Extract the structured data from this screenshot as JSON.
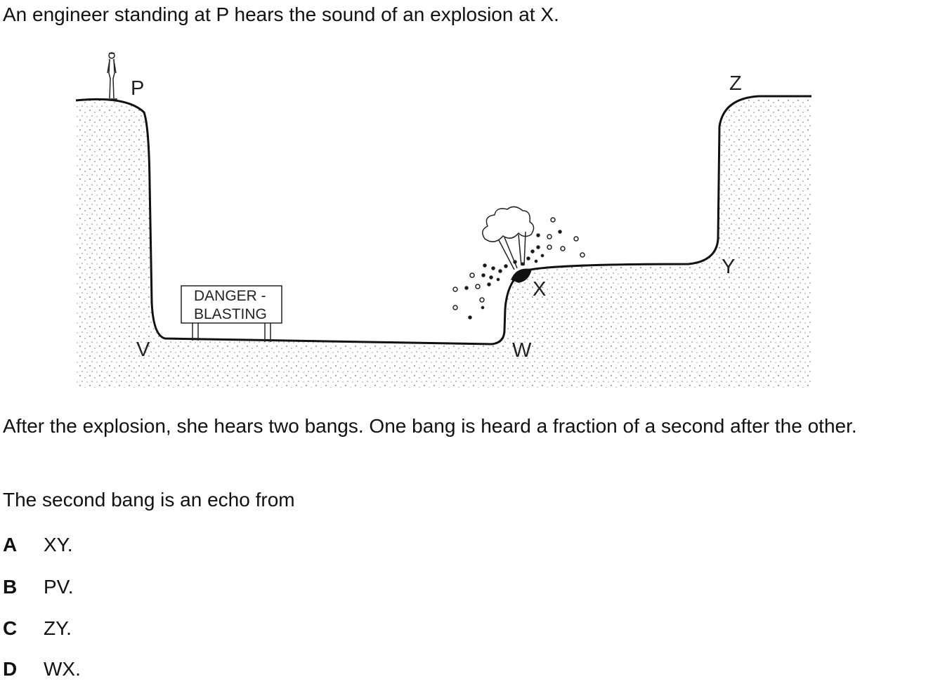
{
  "question": {
    "intro": "An engineer standing at P hears the sound of an explosion at X.",
    "after": "After the explosion, she hears two bangs. One bang is heard a fraction of a second after the other.",
    "stem": "The second bang is an echo from"
  },
  "diagram": {
    "labels": {
      "P": "P",
      "V": "V",
      "W": "W",
      "X": "X",
      "Y": "Y",
      "Z": "Z"
    },
    "sign": {
      "line1": "DANGER -",
      "line2": "BLASTING"
    }
  },
  "options": [
    {
      "letter": "A",
      "text": "XY."
    },
    {
      "letter": "B",
      "text": "PV."
    },
    {
      "letter": "C",
      "text": "ZY."
    },
    {
      "letter": "D",
      "text": "WX."
    }
  ]
}
